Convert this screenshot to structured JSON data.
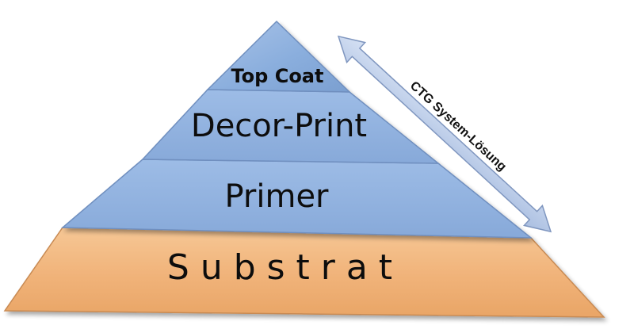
{
  "diagram": {
    "layers": [
      {
        "id": "top-coat",
        "label": "Top Coat",
        "color": "#8fb0dc"
      },
      {
        "id": "decor-print",
        "label": "Decor-Print",
        "color": "#8fb0dc"
      },
      {
        "id": "primer",
        "label": "Primer",
        "color": "#8fb0dc"
      },
      {
        "id": "substrat",
        "label": "S u b s t r a t",
        "color": "#f2b57e"
      }
    ],
    "arrow": {
      "label": "CTG System-Lösung",
      "color": "#b9c9e6"
    }
  }
}
